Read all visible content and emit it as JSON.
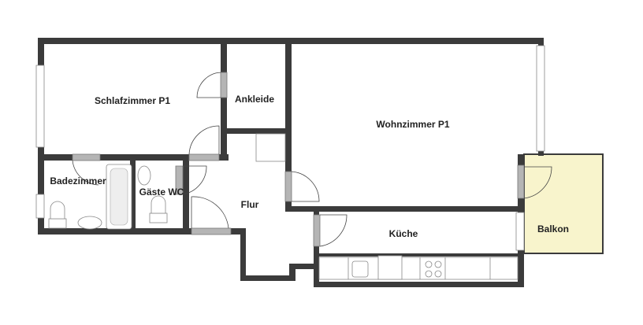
{
  "rooms": {
    "schlafzimmer": "Schlafzimmer P1",
    "ankleide": "Ankleide",
    "wohnzimmer": "Wohnzimmer P1",
    "badezimmer": "Badezimmer",
    "gaeste_wc": "Gäste WC",
    "flur": "Flur",
    "kueche": "Küche",
    "balkon": "Balkon"
  },
  "colors": {
    "wall": "#3b3b3b",
    "balkon": "#f8f4cc",
    "door": "#b5b5b5"
  }
}
